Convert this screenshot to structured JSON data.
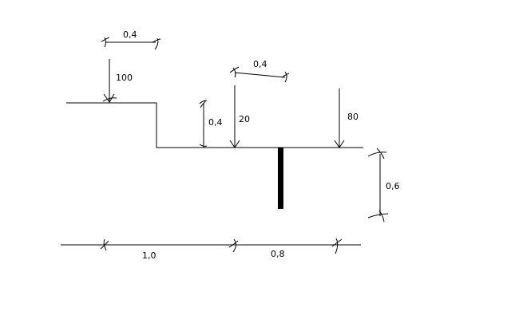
{
  "dimensions": {
    "top_width": "0,4",
    "step_height": "0,4",
    "mid_width": "0,4",
    "right_height": "0,6",
    "span_left": "1,0",
    "span_right": "0,8"
  },
  "loads": {
    "load_left": "100",
    "load_mid": "20",
    "load_right": "80"
  }
}
